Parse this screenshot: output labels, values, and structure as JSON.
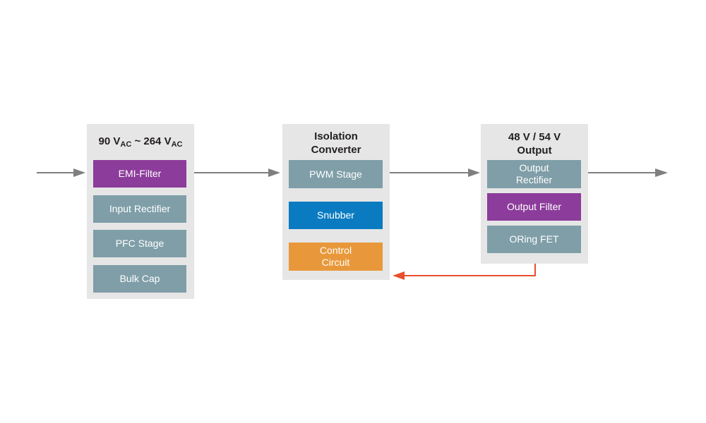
{
  "colors": {
    "panel_bg": "#e6e6e6",
    "block_gray": "#7f9ea8",
    "block_purple": "#8c3c9a",
    "block_blue": "#0a7bc1",
    "block_orange": "#e8983a",
    "arrow_gray": "#7f7f7f",
    "feedback_red": "#e8502e"
  },
  "input_stage": {
    "voltage_min": "90 V",
    "voltage_min_sub": "AC",
    "separator": "~",
    "voltage_max": "264 V",
    "voltage_max_sub": "AC",
    "blocks": {
      "emi_filter": "EMI-Filter",
      "input_rectifier": "Input Rectifier",
      "pfc_stage": "PFC Stage",
      "bulk_cap": "Bulk Cap"
    }
  },
  "isolation_stage": {
    "title_line1": "Isolation",
    "title_line2": "Converter",
    "blocks": {
      "pwm_stage": "PWM Stage",
      "snubber": "Snubber",
      "control_line1": "Control",
      "control_line2": "Circuit"
    }
  },
  "output_stage": {
    "title_line1": "48 V / 54 V",
    "title_line2": "Output",
    "blocks": {
      "rectifier_line1": "Output",
      "rectifier_line2": "Rectifier",
      "output_filter": "Output Filter",
      "oring_fet": "ORing FET"
    }
  }
}
